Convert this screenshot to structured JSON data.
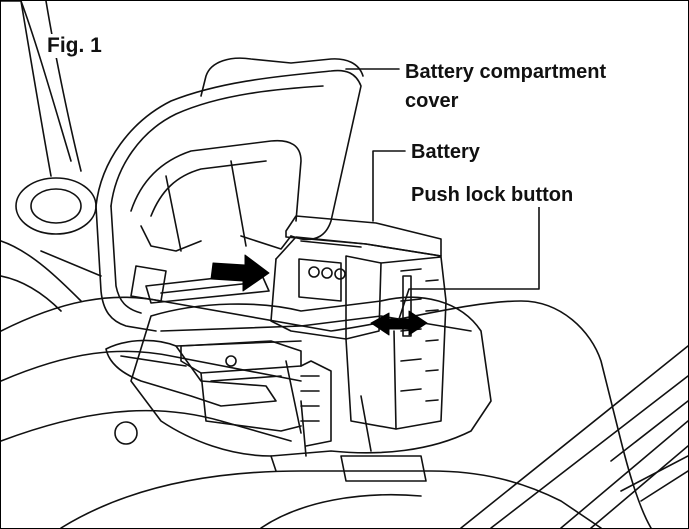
{
  "figure": {
    "label": "Fig. 1",
    "callouts": {
      "cover_line1": "Battery compartment",
      "cover_line2": "cover",
      "battery": "Battery",
      "push_lock": "Push lock button"
    }
  },
  "colors": {
    "line": "#111111",
    "background": "#ffffff",
    "arrow_fill": "#000000"
  }
}
